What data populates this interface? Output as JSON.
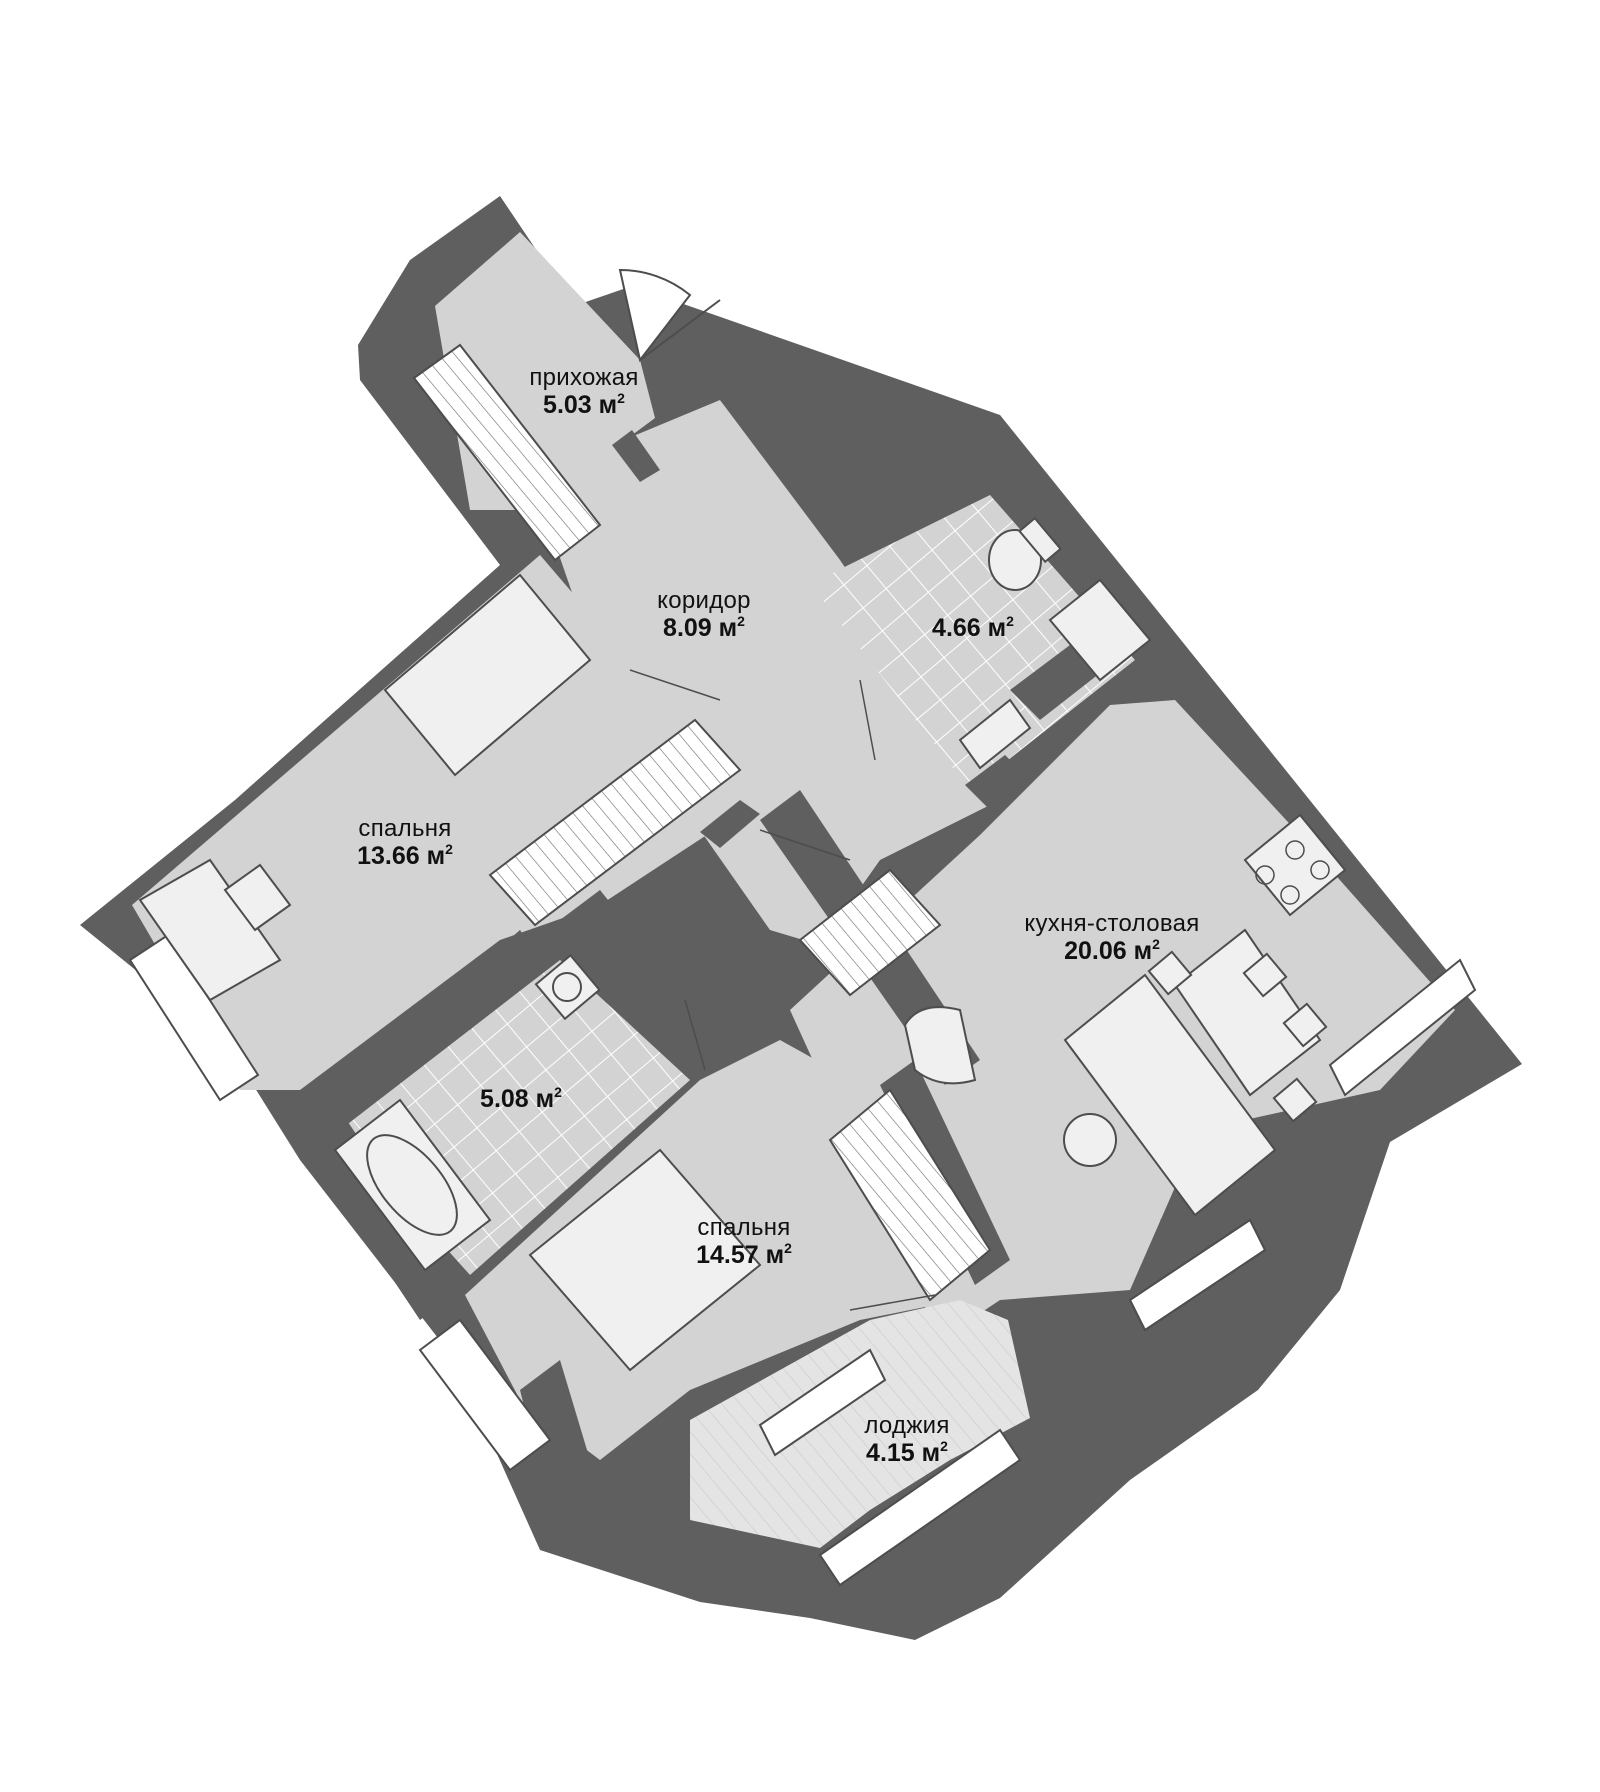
{
  "colors": {
    "wall": "#5f5f5f",
    "floor": "#d3d3d3",
    "tile_grid": "#ffffff",
    "fixture": "#f0f0f0",
    "fixture_stroke": "#4d4d4d",
    "window": "#ffffff",
    "label": "#111111"
  },
  "unit": "м",
  "unit_power": "2",
  "rooms": [
    {
      "id": "entrance-hall",
      "name": "прихожая",
      "area": "5.03"
    },
    {
      "id": "corridor",
      "name": "коридор",
      "area": "8.09"
    },
    {
      "id": "bathroom-1",
      "name": "",
      "area": "4.66"
    },
    {
      "id": "bedroom-1",
      "name": "спальня",
      "area": "13.66"
    },
    {
      "id": "kitchen-dining",
      "name": "кухня-столовая",
      "area": "20.06"
    },
    {
      "id": "bathroom-2",
      "name": "",
      "area": "5.08"
    },
    {
      "id": "bedroom-2",
      "name": "спальня",
      "area": "14.57"
    },
    {
      "id": "loggia",
      "name": "лоджия",
      "area": "4.15"
    }
  ],
  "icons": [
    "door-swing-icon",
    "toilet-icon",
    "shower-icon",
    "sink-icon",
    "bathtub-icon",
    "washing-machine-icon",
    "bed-icon",
    "desk-icon",
    "chair-icon",
    "sofa-icon",
    "dining-table-icon",
    "stove-icon",
    "wardrobe-icon",
    "armchair-icon",
    "coffee-table-icon"
  ]
}
